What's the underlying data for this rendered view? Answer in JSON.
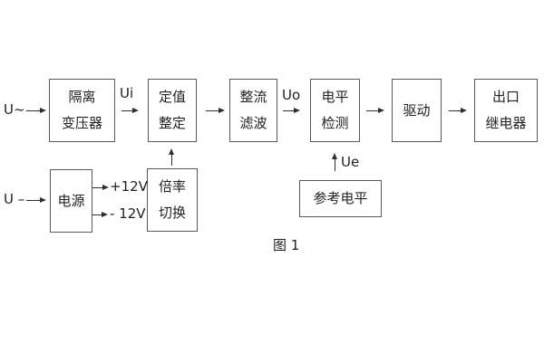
{
  "figure": {
    "caption": "图 1",
    "colors": {
      "ink": "#2e2e2e",
      "box_border": "#595959",
      "background": "#ffffff"
    },
    "blocks": [
      {
        "name": "isolation-transformer",
        "lines": [
          "隔离",
          "变压器"
        ]
      },
      {
        "name": "setting-adjustment",
        "lines": [
          "定值",
          "整定"
        ]
      },
      {
        "name": "rectifier-filter",
        "lines": [
          "整流",
          "滤波"
        ]
      },
      {
        "name": "level-detection",
        "lines": [
          "电平",
          "检测"
        ]
      },
      {
        "name": "driver",
        "lines": [
          "驱动"
        ]
      },
      {
        "name": "output-relay",
        "lines": [
          "出口",
          "继电器"
        ]
      },
      {
        "name": "power-supply",
        "lines": [
          "电源"
        ]
      },
      {
        "name": "ratio-switch",
        "lines": [
          "倍率",
          "切换"
        ]
      },
      {
        "name": "reference-level",
        "lines": [
          "参考电平"
        ]
      }
    ],
    "signal_labels": {
      "input_ac": "U~",
      "input_dc": "U –",
      "ui": "Ui",
      "uo": "Uo",
      "ue": "Ue",
      "rail_pos": "+12V",
      "rail_neg": "- 12V"
    }
  }
}
